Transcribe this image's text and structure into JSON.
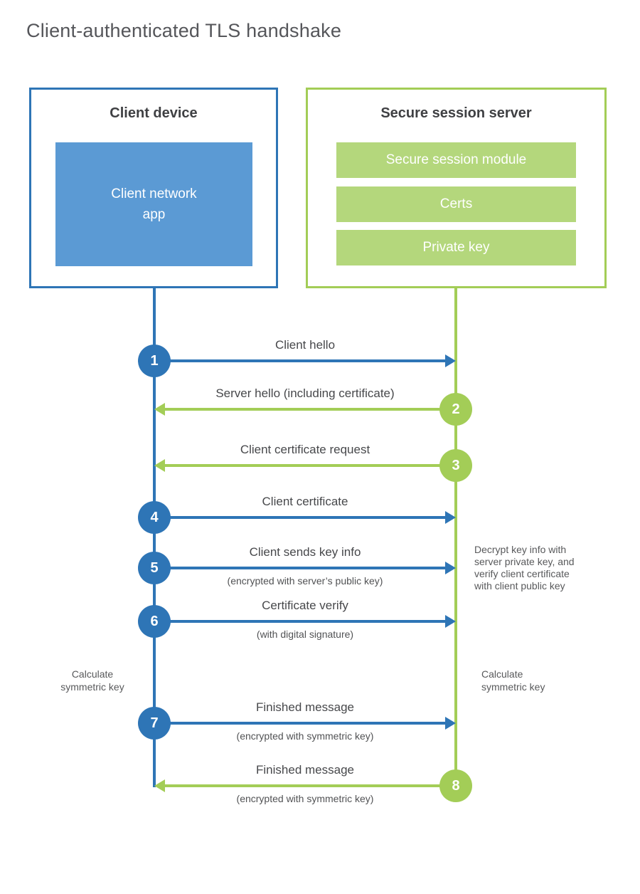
{
  "title": "Client-authenticated TLS handshake",
  "colors": {
    "blue_primary": "#2e75b6",
    "blue_light": "#5b9ad4",
    "green_primary": "#a3cd57",
    "green_light": "#b4d77c",
    "title_gray": "#55565a",
    "label_gray": "#47484b"
  },
  "client": {
    "title": "Client device",
    "app_label": "Client network\napp"
  },
  "server": {
    "title": "Secure session server",
    "modules": [
      "Secure session module",
      "Certs",
      "Private key"
    ]
  },
  "steps": [
    {
      "num": "1",
      "direction": "client-to-server",
      "label": "Client hello",
      "sublabel": ""
    },
    {
      "num": "2",
      "direction": "server-to-client",
      "label": "Server hello (including certificate)",
      "sublabel": ""
    },
    {
      "num": "3",
      "direction": "server-to-client",
      "label": "Client certificate request",
      "sublabel": ""
    },
    {
      "num": "4",
      "direction": "client-to-server",
      "label": "Client certificate",
      "sublabel": ""
    },
    {
      "num": "5",
      "direction": "client-to-server",
      "label": "Client sends key info",
      "sublabel": "(encrypted with server’s public key)"
    },
    {
      "num": "6",
      "direction": "client-to-server",
      "label": "Certificate verify",
      "sublabel": "(with digital signature)"
    },
    {
      "num": "7",
      "direction": "client-to-server",
      "label": "Finished message",
      "sublabel": "(encrypted with symmetric key)"
    },
    {
      "num": "8",
      "direction": "server-to-client",
      "label": "Finished message",
      "sublabel": "(encrypted with symmetric key)"
    }
  ],
  "notes": {
    "decrypt": {
      "lines": [
        "Decrypt key info with",
        "server private key, and",
        "verify client certificate",
        "with client public key"
      ]
    },
    "calc_left": {
      "lines": [
        "Calculate",
        "symmetric key"
      ]
    },
    "calc_right": {
      "lines": [
        "Calculate",
        "symmetric key"
      ]
    }
  }
}
